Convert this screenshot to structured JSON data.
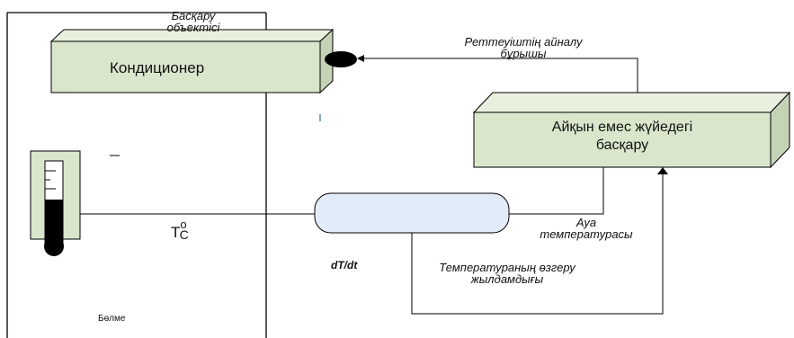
{
  "labels": {
    "control_object": [
      "Басқару",
      "объектісі"
    ],
    "air_conditioner": "Кондиционер",
    "fuzzy_control": [
      "Айқын емес жүйедегі",
      "басқару"
    ],
    "regulator_angle": [
      "Реттеуіштің айналу",
      "бұрышы"
    ],
    "air_temperature": [
      "Ауа",
      "температурасы"
    ],
    "temp_change_rate": [
      "Температураның өзгеру",
      "жылдамдығы"
    ],
    "derivative": "dT/dt",
    "temperature_unit": {
      "main": "T",
      "sup": "o",
      "sub": "C"
    },
    "room": "Бөлме"
  },
  "colors": {
    "box_face": "#d9e6cc",
    "box_top": "#e8f0de",
    "box_side": "#c4d2b6",
    "sensor_fill": "#e2ecf8",
    "line": "#000000"
  }
}
